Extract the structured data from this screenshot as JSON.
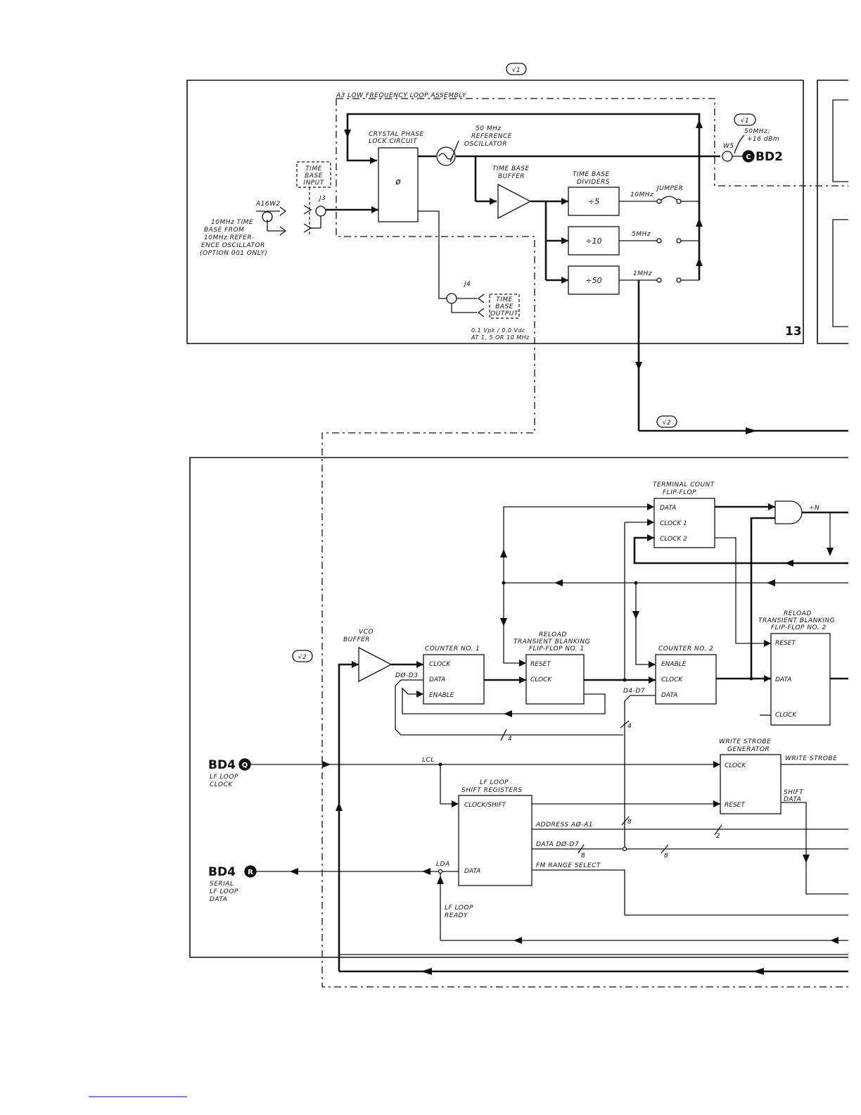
{
  "top_section": {
    "assembly_title": "A3 LOW FREQUENCY LOOP ASSEMBLY",
    "tag_top": "√1",
    "tag_right": "√1",
    "section_number": "13",
    "blocks": {
      "crystal_phase_lock": [
        "CRYSTAL PHASE",
        "LOCK CIRCUIT"
      ],
      "phase_symbol": "ø",
      "reference_osc": [
        "50 MHz",
        "REFERENCE",
        "OSCILLATOR"
      ],
      "time_base_buffer": [
        "TIME BASE",
        "BUFFER"
      ],
      "time_base_dividers": [
        "TIME BASE",
        "DIVIDERS"
      ],
      "div5": "÷5",
      "div10": "÷10",
      "div50": "÷50"
    },
    "labels": {
      "ref_in": [
        "10MHz TIME",
        "BASE FROM",
        "10MHz REFER-",
        "ENCE OSCILLATOR",
        "(OPTION 001 ONLY)"
      ],
      "a16w2": "A16W2",
      "j3": "J3",
      "j4": "J4",
      "time_base_input": [
        "TIME",
        "BASE",
        "INPUT"
      ],
      "time_base_output": [
        "TIME",
        "BASE",
        "OUTPUT"
      ],
      "output_spec": [
        "0.1 Vpk / 0.0 Vdc",
        "AT 1, 5 OR 10 MHz"
      ],
      "f10": "10MHz",
      "f5": "5MHz",
      "f1": "1MHz",
      "jumper": "JUMPER",
      "w5": "W5",
      "w5_spec": [
        "50MHz;",
        "+16 dBm"
      ],
      "bd2": "BD2",
      "bd2_marker": "C"
    }
  },
  "bottom_section": {
    "tag_left": "√2",
    "tag_mid": "√2",
    "blocks": {
      "terminal_count": {
        "title": [
          "TERMINAL COUNT",
          "FLIP-FLOP"
        ],
        "pins": [
          "DATA",
          "CLOCK 1",
          "CLOCK 2"
        ]
      },
      "vco_buffer": [
        "VCO",
        "BUFFER"
      ],
      "counter1": {
        "title": "COUNTER NO. 1",
        "pins": [
          "CLOCK",
          "DATA",
          "ENABLE"
        ]
      },
      "reload1": {
        "title": [
          "RELOAD",
          "TRANSIENT BLANKING",
          "FLIP-FLOP NO. 1"
        ],
        "pins": [
          "RESET",
          "CLOCK"
        ]
      },
      "counter2": {
        "title": "COUNTER NO. 2",
        "pins": [
          "ENABLE",
          "CLOCK",
          "DATA"
        ]
      },
      "reload2": {
        "title": [
          "RELOAD",
          "TRANSIENT BLANKING",
          "FLIP-FLOP NO. 2"
        ],
        "pins": [
          "RESET",
          "DATA",
          "CLOCK"
        ]
      },
      "write_strobe": {
        "title": [
          "WRITE STROBE",
          "GENERATOR"
        ],
        "pins": [
          "CLOCK",
          "RESET"
        ]
      },
      "shift_reg": {
        "title": [
          "LF LOOP",
          "SHIFT REGISTERS"
        ],
        "pins": [
          "CLOCK/SHIFT",
          "DATA"
        ]
      }
    },
    "labels": {
      "d0d3": "DØ-D3",
      "d4d7": "D4-D7",
      "div_n": "÷N",
      "bus4a": "4",
      "bus4b": "4",
      "lcl": "LCL",
      "lda": "LDA",
      "address": "ADDRESS AØ-A1",
      "data_bus": "DATA DØ-D7",
      "fm_range": "FM RANGE SELECT",
      "write_strobe_out": "WRITE STROBE",
      "shift_data": [
        "SHIFT",
        "DATA"
      ],
      "bus8a": "8",
      "bus8b": "8",
      "bus8c": "8",
      "bus2": "2",
      "lf_ready": [
        "LF LOOP",
        "READY"
      ],
      "bd4q": "BD4",
      "bd4q_marker": "Q",
      "bd4q_label": [
        "LF LOOP",
        "CLOCK"
      ],
      "bd4r": "BD4",
      "bd4r_marker": "R",
      "bd4r_label": [
        "SERIAL",
        "LF LOOP",
        "DATA"
      ]
    }
  }
}
